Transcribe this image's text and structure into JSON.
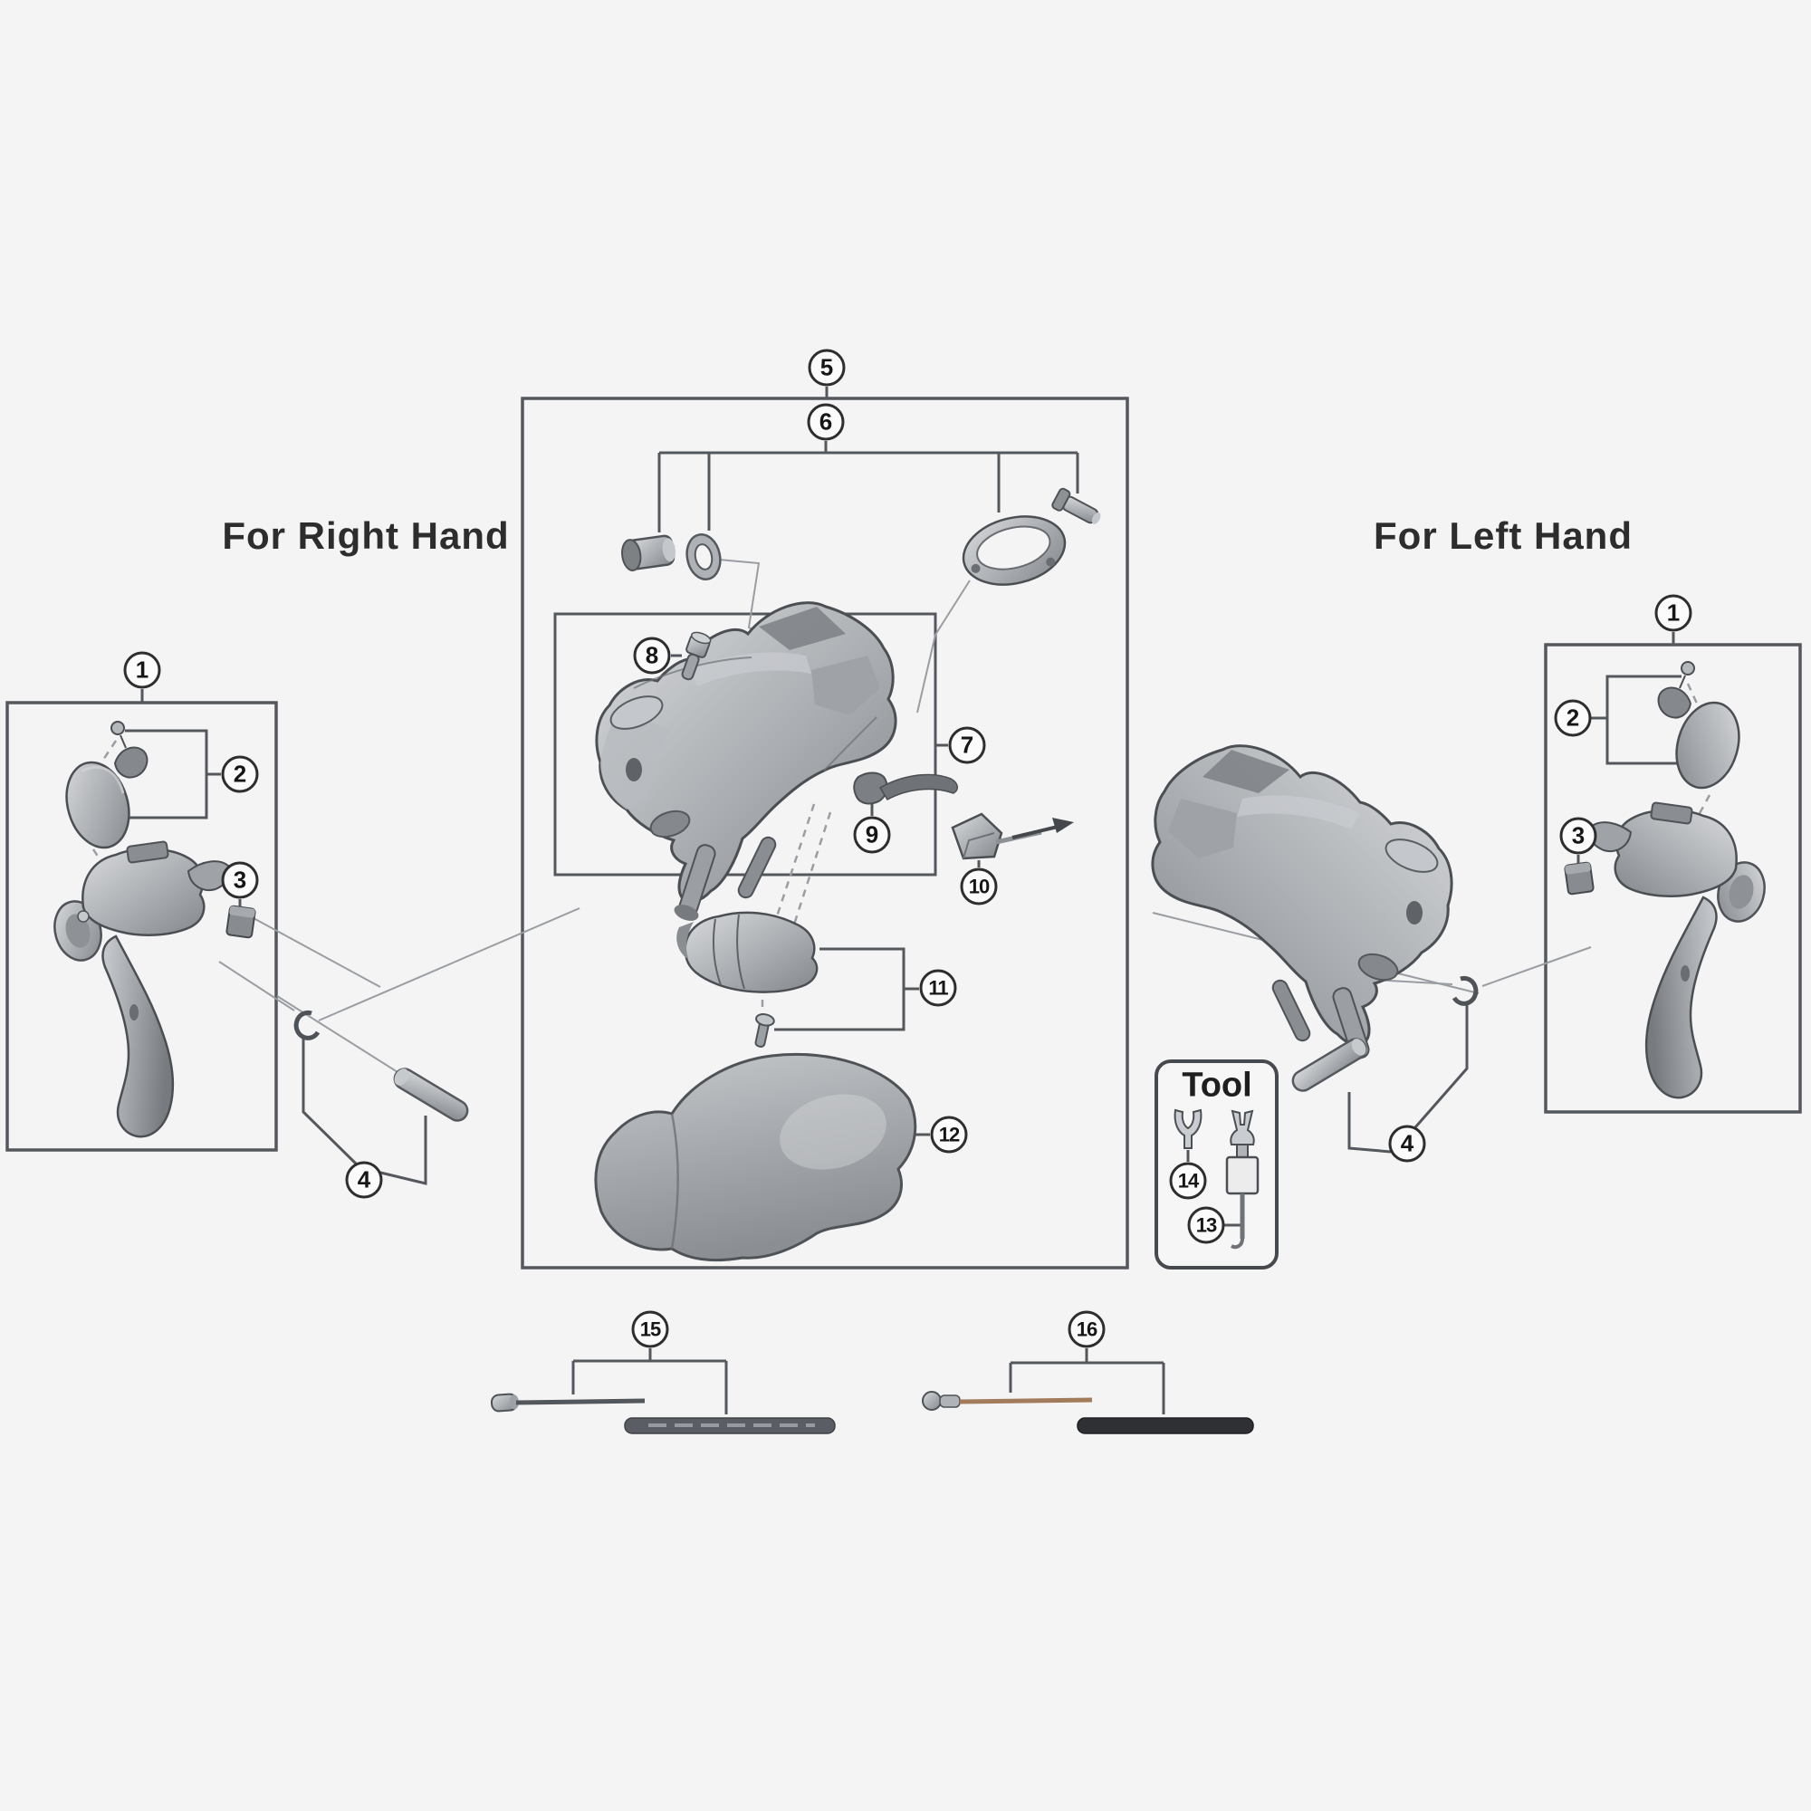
{
  "labels": {
    "right_hand": "For Right Hand",
    "left_hand": "For Left Hand",
    "tool": "Tool"
  },
  "callouts": {
    "left_1": "1",
    "left_2": "2",
    "left_3": "3",
    "left_4": "4",
    "center_5": "5",
    "center_6": "6",
    "center_7": "7",
    "center_8": "8",
    "center_9": "9",
    "center_10": "10",
    "center_11": "11",
    "center_12": "12",
    "tool_13": "13",
    "tool_14": "14",
    "bottom_15": "15",
    "bottom_16": "16",
    "right_1": "1",
    "right_2": "2",
    "right_3": "3",
    "right_4": "4"
  },
  "palette": {
    "background": "#f4f4f5",
    "line": "#54575b",
    "leader": "#9a9da1",
    "part_light": "#d8dadc",
    "part_mid": "#aaadb1",
    "part_dark": "#84878b",
    "outline": "#4b4e52",
    "casing_15": "#5a5d63",
    "casing_16": "#2e3034",
    "cable_16": "#a27c5a"
  }
}
